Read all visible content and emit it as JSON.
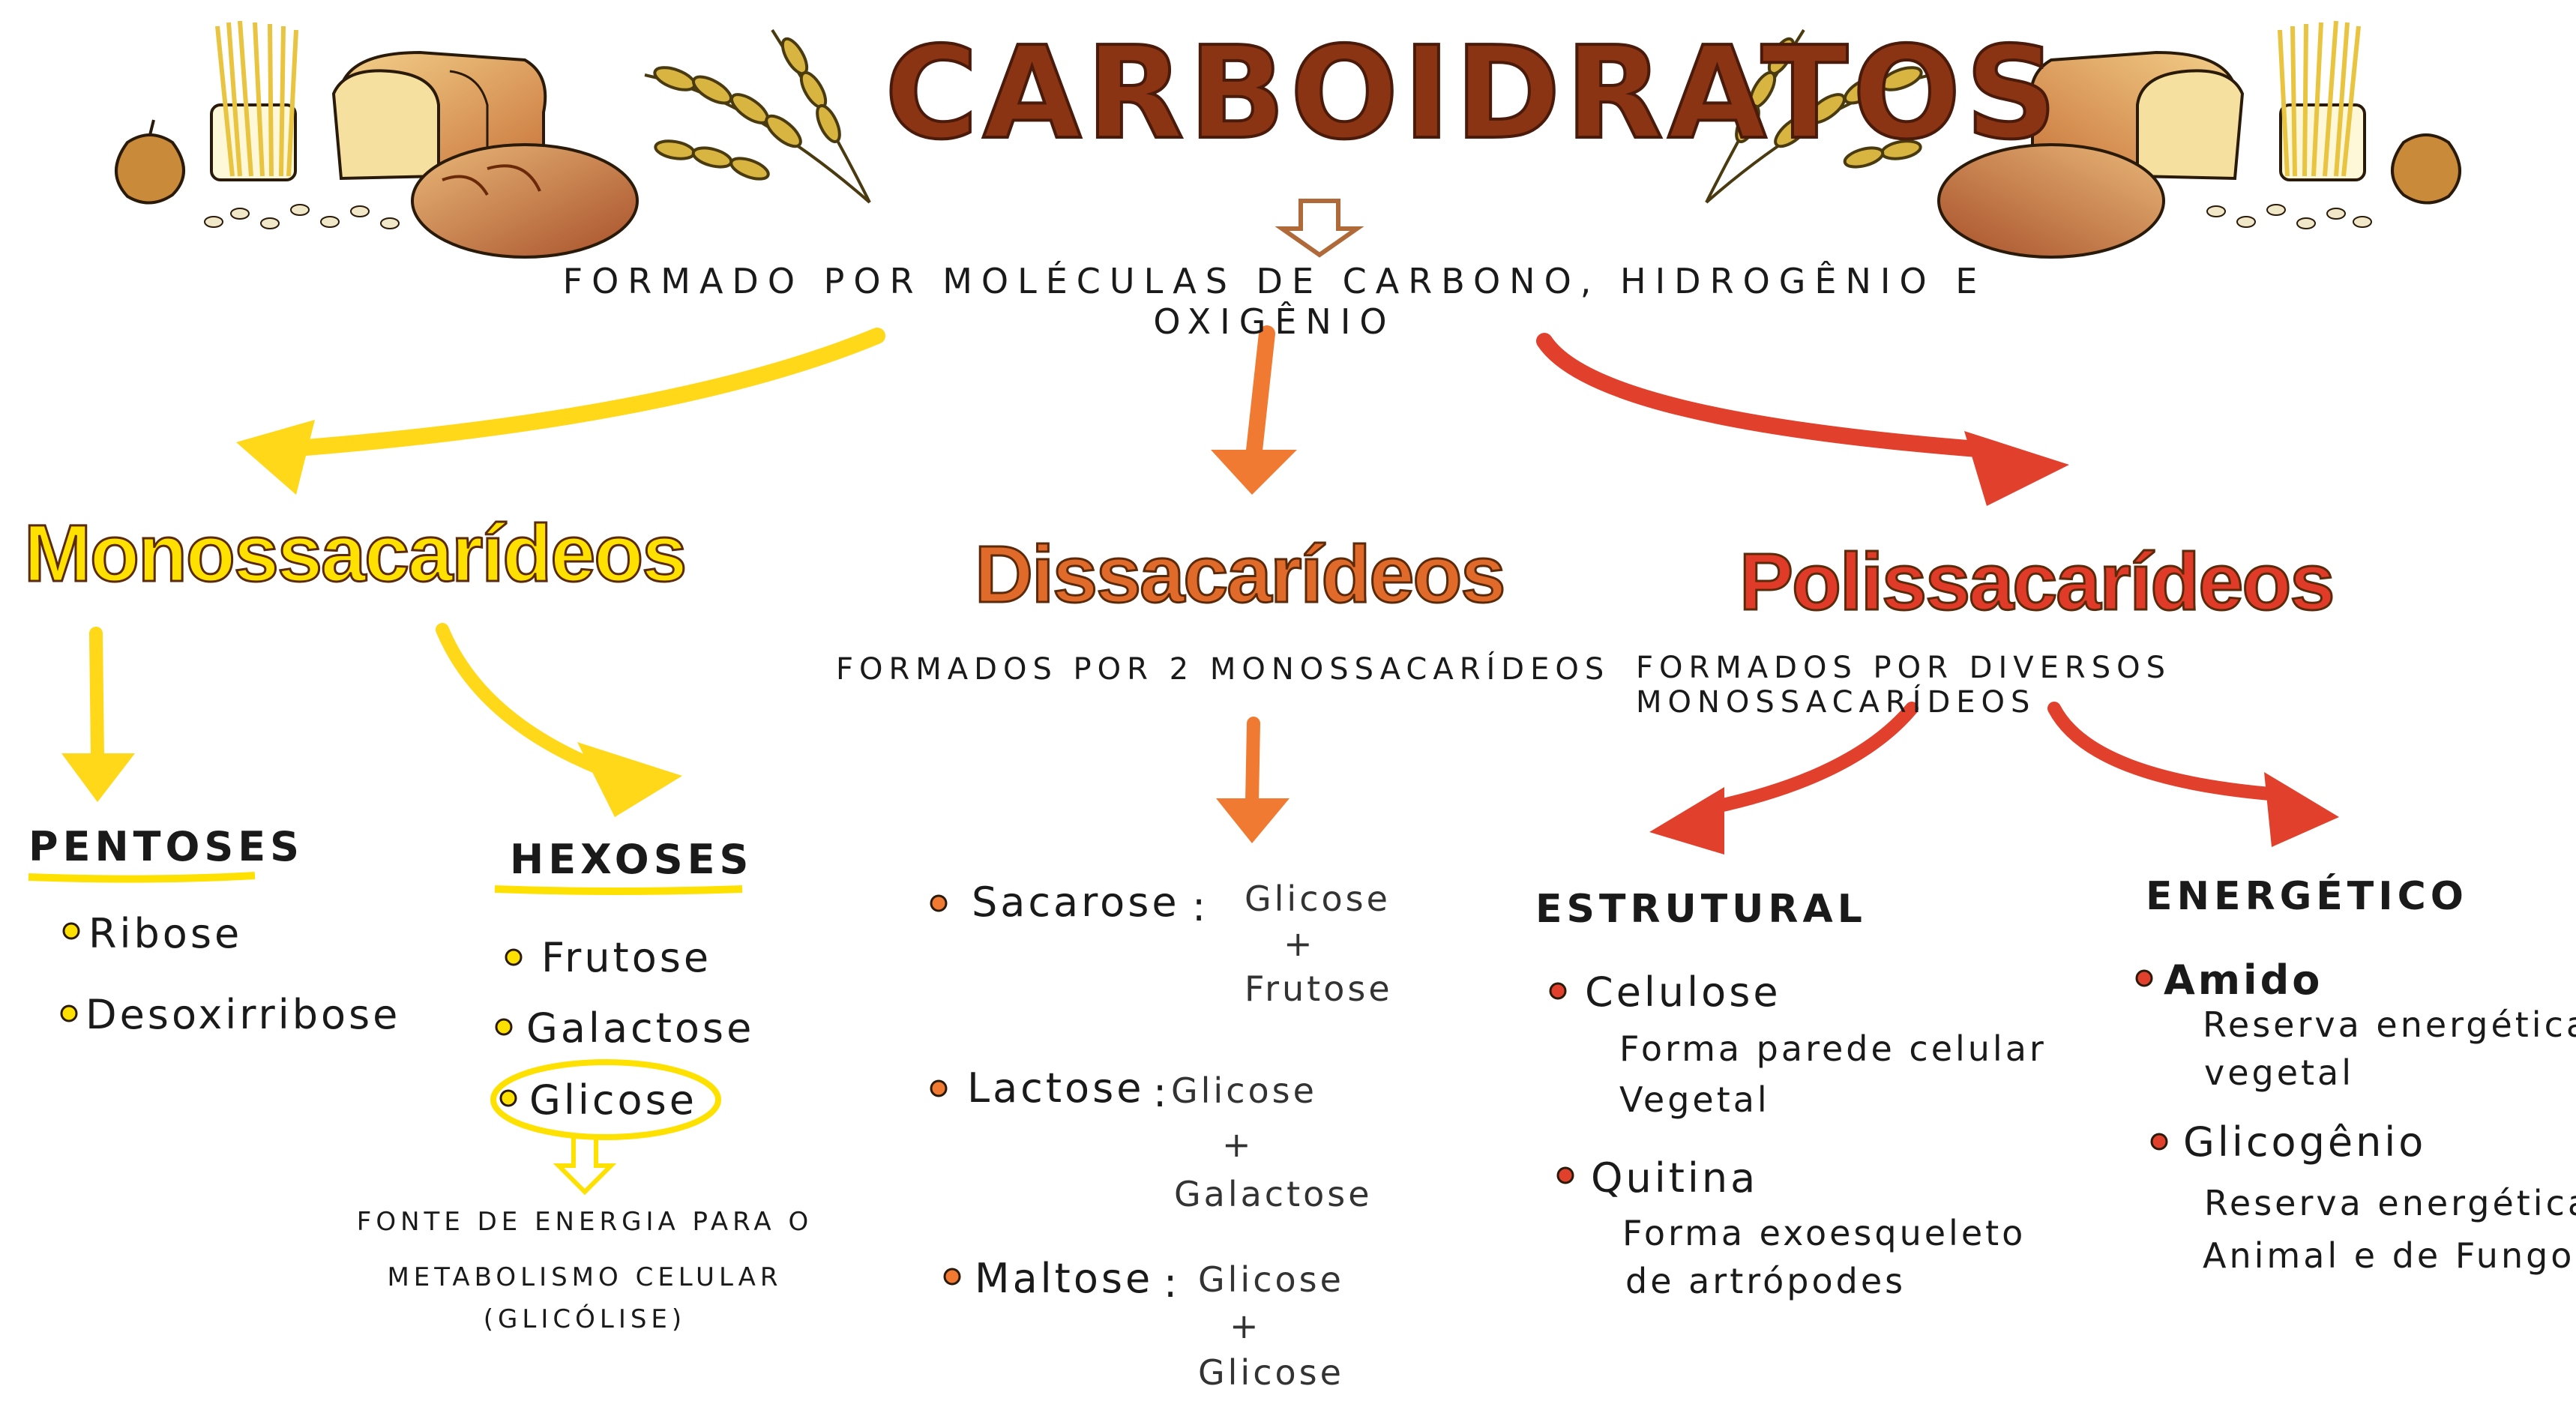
{
  "title": "CARBOIDRATOS",
  "subtitle": "FORMADO POR MOLÉCULAS DE CARBONO, HIDROGÊNIO E OXIGÊNIO",
  "colors": {
    "title": "#8a3414",
    "mono": "#ffe100",
    "dis": "#e06a2a",
    "poli": "#e03a28"
  },
  "icons": [
    "pasta-jar-icon",
    "bread-loaf-icon",
    "wheat-icon",
    "bread-roll-icon"
  ],
  "mono": {
    "title": "Monossacarídeos",
    "pentoses": {
      "title": "PENTOSES",
      "items": [
        "Ribose",
        "Desoxirribose"
      ]
    },
    "hexoses": {
      "title": "HEXOSES",
      "items": [
        "Frutose",
        "Galactose",
        "Glicose"
      ],
      "note": [
        "FONTE DE ENERGIA PARA O",
        "METABOLISMO CELULAR",
        "(GLICÓLISE)"
      ]
    }
  },
  "dis": {
    "title": "Dissacarídeos",
    "description": "FORMADOS POR 2 MONOSSACARÍDEOS",
    "items": [
      {
        "name": "Sacarose",
        "parts": [
          "Glicose",
          "Frutose"
        ]
      },
      {
        "name": "Lactose",
        "parts": [
          "Glicose",
          "Galactose"
        ]
      },
      {
        "name": "Maltose",
        "parts": [
          "Glicose",
          "Glicose"
        ]
      }
    ]
  },
  "poli": {
    "title": "Polissacarídeos",
    "description": "FORMADOS POR DIVERSOS MONOSSACARÍDEOS",
    "estrutural": {
      "title": "ESTRUTURAL",
      "items": [
        {
          "name": "Celulose",
          "desc": [
            "Forma parede celular",
            "Vegetal"
          ]
        },
        {
          "name": "Quitina",
          "desc": [
            "Forma exoesqueleto",
            "de artrópodes"
          ]
        }
      ]
    },
    "energetico": {
      "title": "ENERGÉTICO",
      "items": [
        {
          "name": "Amido",
          "desc": [
            "Reserva energética",
            "vegetal"
          ]
        },
        {
          "name": "Glicogênio",
          "desc": [
            "Reserva energética",
            "Animal e de Fungos"
          ]
        }
      ]
    }
  }
}
